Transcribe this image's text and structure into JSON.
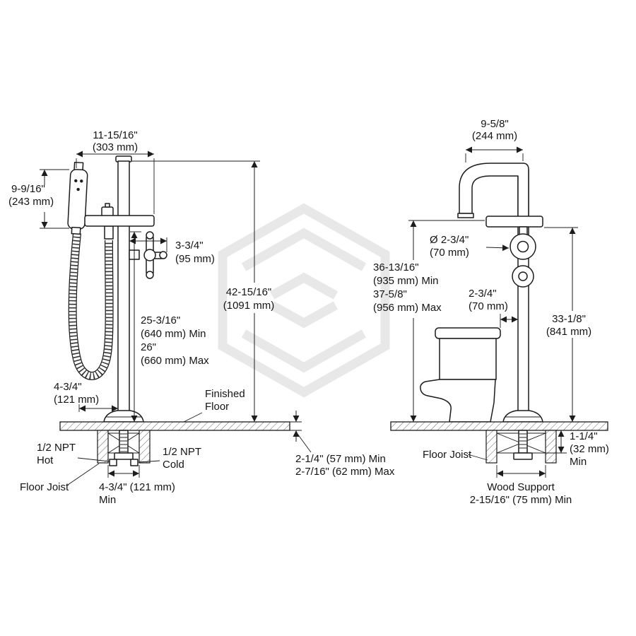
{
  "left_view": {
    "dim_overall_width": {
      "line1": "11-15/16\"",
      "line2": "(303 mm)"
    },
    "dim_handshower_height": {
      "line1": "9-9/16\"",
      "line2": "(243 mm)"
    },
    "dim_handle_offset": {
      "line1": "3-3/4\"",
      "line2": "(95 mm)"
    },
    "dim_overall_height": {
      "line1": "42-15/16\"",
      "line2": "(1091 mm)"
    },
    "dim_spout_height": {
      "line1": "25-3/16\"",
      "line2": "(640 mm) Min",
      "line3": "26\"",
      "line4": "(660 mm) Max"
    },
    "dim_hose_offset": {
      "line1": "4-3/4\"",
      "line2": "(121 mm)"
    },
    "label_finished_floor": {
      "line1": "Finished",
      "line2": "Floor"
    },
    "label_npt_hot": {
      "line1": "1/2 NPT",
      "line2": "Hot"
    },
    "label_npt_cold": {
      "line1": "1/2 NPT",
      "line2": "Cold"
    },
    "label_floor_joist": "Floor Joist",
    "dim_joist_spacing": {
      "line1": "4-3/4\" (121 mm)",
      "line2": "Min"
    },
    "dim_floor_thickness": {
      "line1": "2-1/4\" (57 mm) Min",
      "line2": "2-7/16\" (62 mm) Max"
    }
  },
  "right_view": {
    "dim_spout_reach": {
      "line1": "9-5/8\"",
      "line2": "(244 mm)"
    },
    "dim_pipe_diameter": {
      "line1": "Ø 2-3/4\"",
      "line2": "(70 mm)"
    },
    "dim_height_range": {
      "line1": "36-13/16\"",
      "line2": "(935 mm) Min",
      "line3": "37-5/8\"",
      "line4": "(956 mm) Max"
    },
    "dim_toilet_clearance": {
      "line1": "2-3/4\"",
      "line2": "(70 mm)"
    },
    "dim_spout_outlet_height": {
      "line1": "33-1/8\"",
      "line2": "(841 mm)"
    },
    "label_floor_joist": "Floor Joist",
    "dim_support_thickness": {
      "line1": "1-1/4\"",
      "line2": "(32 mm)",
      "line3": "Min"
    },
    "dim_wood_support": {
      "line1": "Wood Support",
      "line2": "2-15/16\" (75 mm) Min"
    }
  }
}
